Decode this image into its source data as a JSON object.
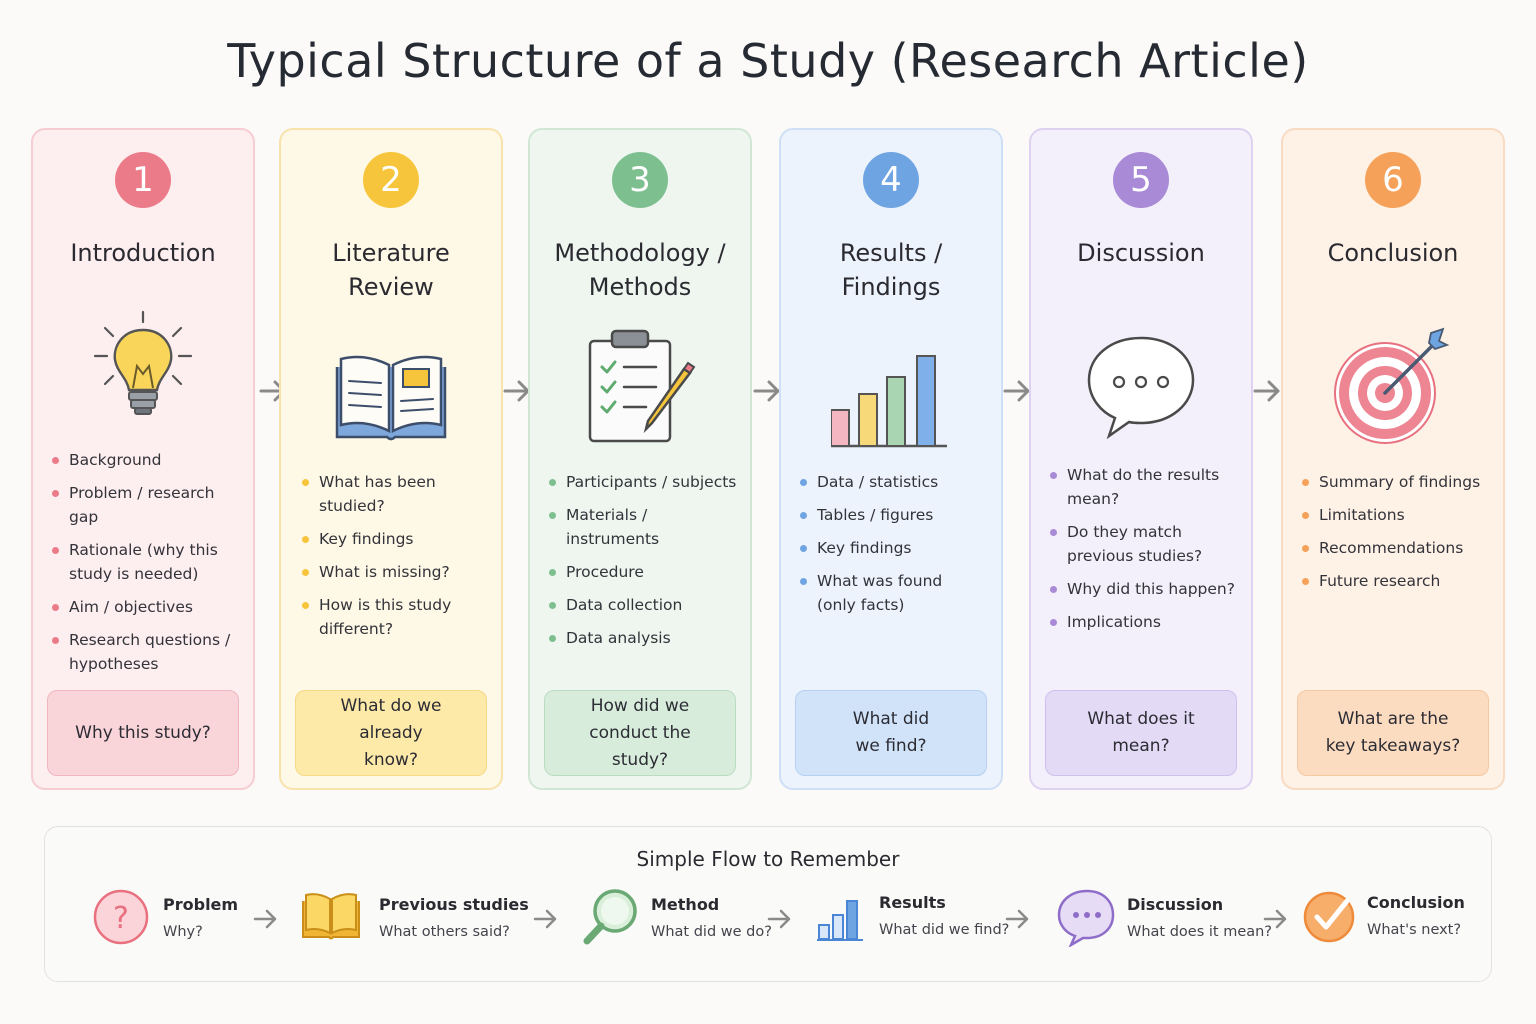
{
  "title": "Typical Structure of a Study (Research Article)",
  "sections": [
    {
      "number": "1",
      "title": "Introduction",
      "icon": "lightbulb-icon",
      "bullets": [
        "Background",
        "Problem / research gap",
        "Rationale (why this study is needed)",
        "Aim / objectives",
        "Research questions / hypotheses"
      ],
      "question": "Why this study?",
      "colors": {
        "accent": "#ec7b8a",
        "bg": "#fdeef0",
        "border": "#f6cdd3",
        "qbg": "#f9d4d9",
        "qborder": "#f2b6bf"
      }
    },
    {
      "number": "2",
      "title": "Literature Review",
      "icon": "open-book-icon",
      "bullets": [
        "What has been studied?",
        "Key findings",
        "What is missing?",
        "How is this study different?"
      ],
      "question": "What do we already know?",
      "colors": {
        "accent": "#f6c53b",
        "bg": "#fef8e6",
        "border": "#f8e3ad",
        "qbg": "#fde9a8",
        "qborder": "#f7d886"
      }
    },
    {
      "number": "3",
      "title": "Methodology / Methods",
      "icon": "clipboard-pencil-icon",
      "bullets": [
        "Participants / subjects",
        "Materials / instruments",
        "Procedure",
        "Data collection",
        "Data analysis"
      ],
      "question": "How did we conduct the study?",
      "colors": {
        "accent": "#7dbf8e",
        "bg": "#eef6ef",
        "border": "#d2e6d5",
        "qbg": "#d7ecdb",
        "qborder": "#bcdcc2"
      }
    },
    {
      "number": "4",
      "title": "Results / Findings",
      "icon": "bar-chart-icon",
      "bullets": [
        "Data / statistics",
        "Tables / figures",
        "Key findings",
        "What was found (only facts)"
      ],
      "question": "What did we find?",
      "colors": {
        "accent": "#6fa4e3",
        "bg": "#edf3fc",
        "border": "#cfe0f6",
        "qbg": "#d1e3f8",
        "qborder": "#b5d0f1"
      }
    },
    {
      "number": "5",
      "title": "Discussion",
      "icon": "speech-bubble-icon",
      "bullets": [
        "What do the results mean?",
        "Do they match previous studies?",
        "Why did this happen?",
        "Implications"
      ],
      "question": "What does it mean?",
      "colors": {
        "accent": "#a98ad6",
        "bg": "#f3effb",
        "border": "#ddd3f1",
        "qbg": "#e3daf5",
        "qborder": "#cfc1ee"
      }
    },
    {
      "number": "6",
      "title": "Conclusion",
      "icon": "target-arrow-icon",
      "bullets": [
        "Summary of findings",
        "Limitations",
        "Recommendations",
        "Future research"
      ],
      "question": "What are the key takeaways?",
      "colors": {
        "accent": "#f5a15a",
        "bg": "#fef1e6",
        "border": "#f8dbc2",
        "qbg": "#fcdcc1",
        "qborder": "#f6c8a0"
      }
    }
  ],
  "flow": {
    "title": "Simple Flow to Remember",
    "steps": [
      {
        "title": "Problem",
        "sub": "Why?",
        "icon": "question-mark-icon"
      },
      {
        "title": "Previous studies",
        "sub": "What others said?",
        "icon": "book-icon"
      },
      {
        "title": "Method",
        "sub": "What did we do?",
        "icon": "magnifier-icon"
      },
      {
        "title": "Results",
        "sub": "What did we find?",
        "icon": "bar-chart-icon"
      },
      {
        "title": "Discussion",
        "sub": "What does it mean?",
        "icon": "speech-bubble-icon"
      },
      {
        "title": "Conclusion",
        "sub": "What's next?",
        "icon": "checkmark-icon"
      }
    ]
  }
}
